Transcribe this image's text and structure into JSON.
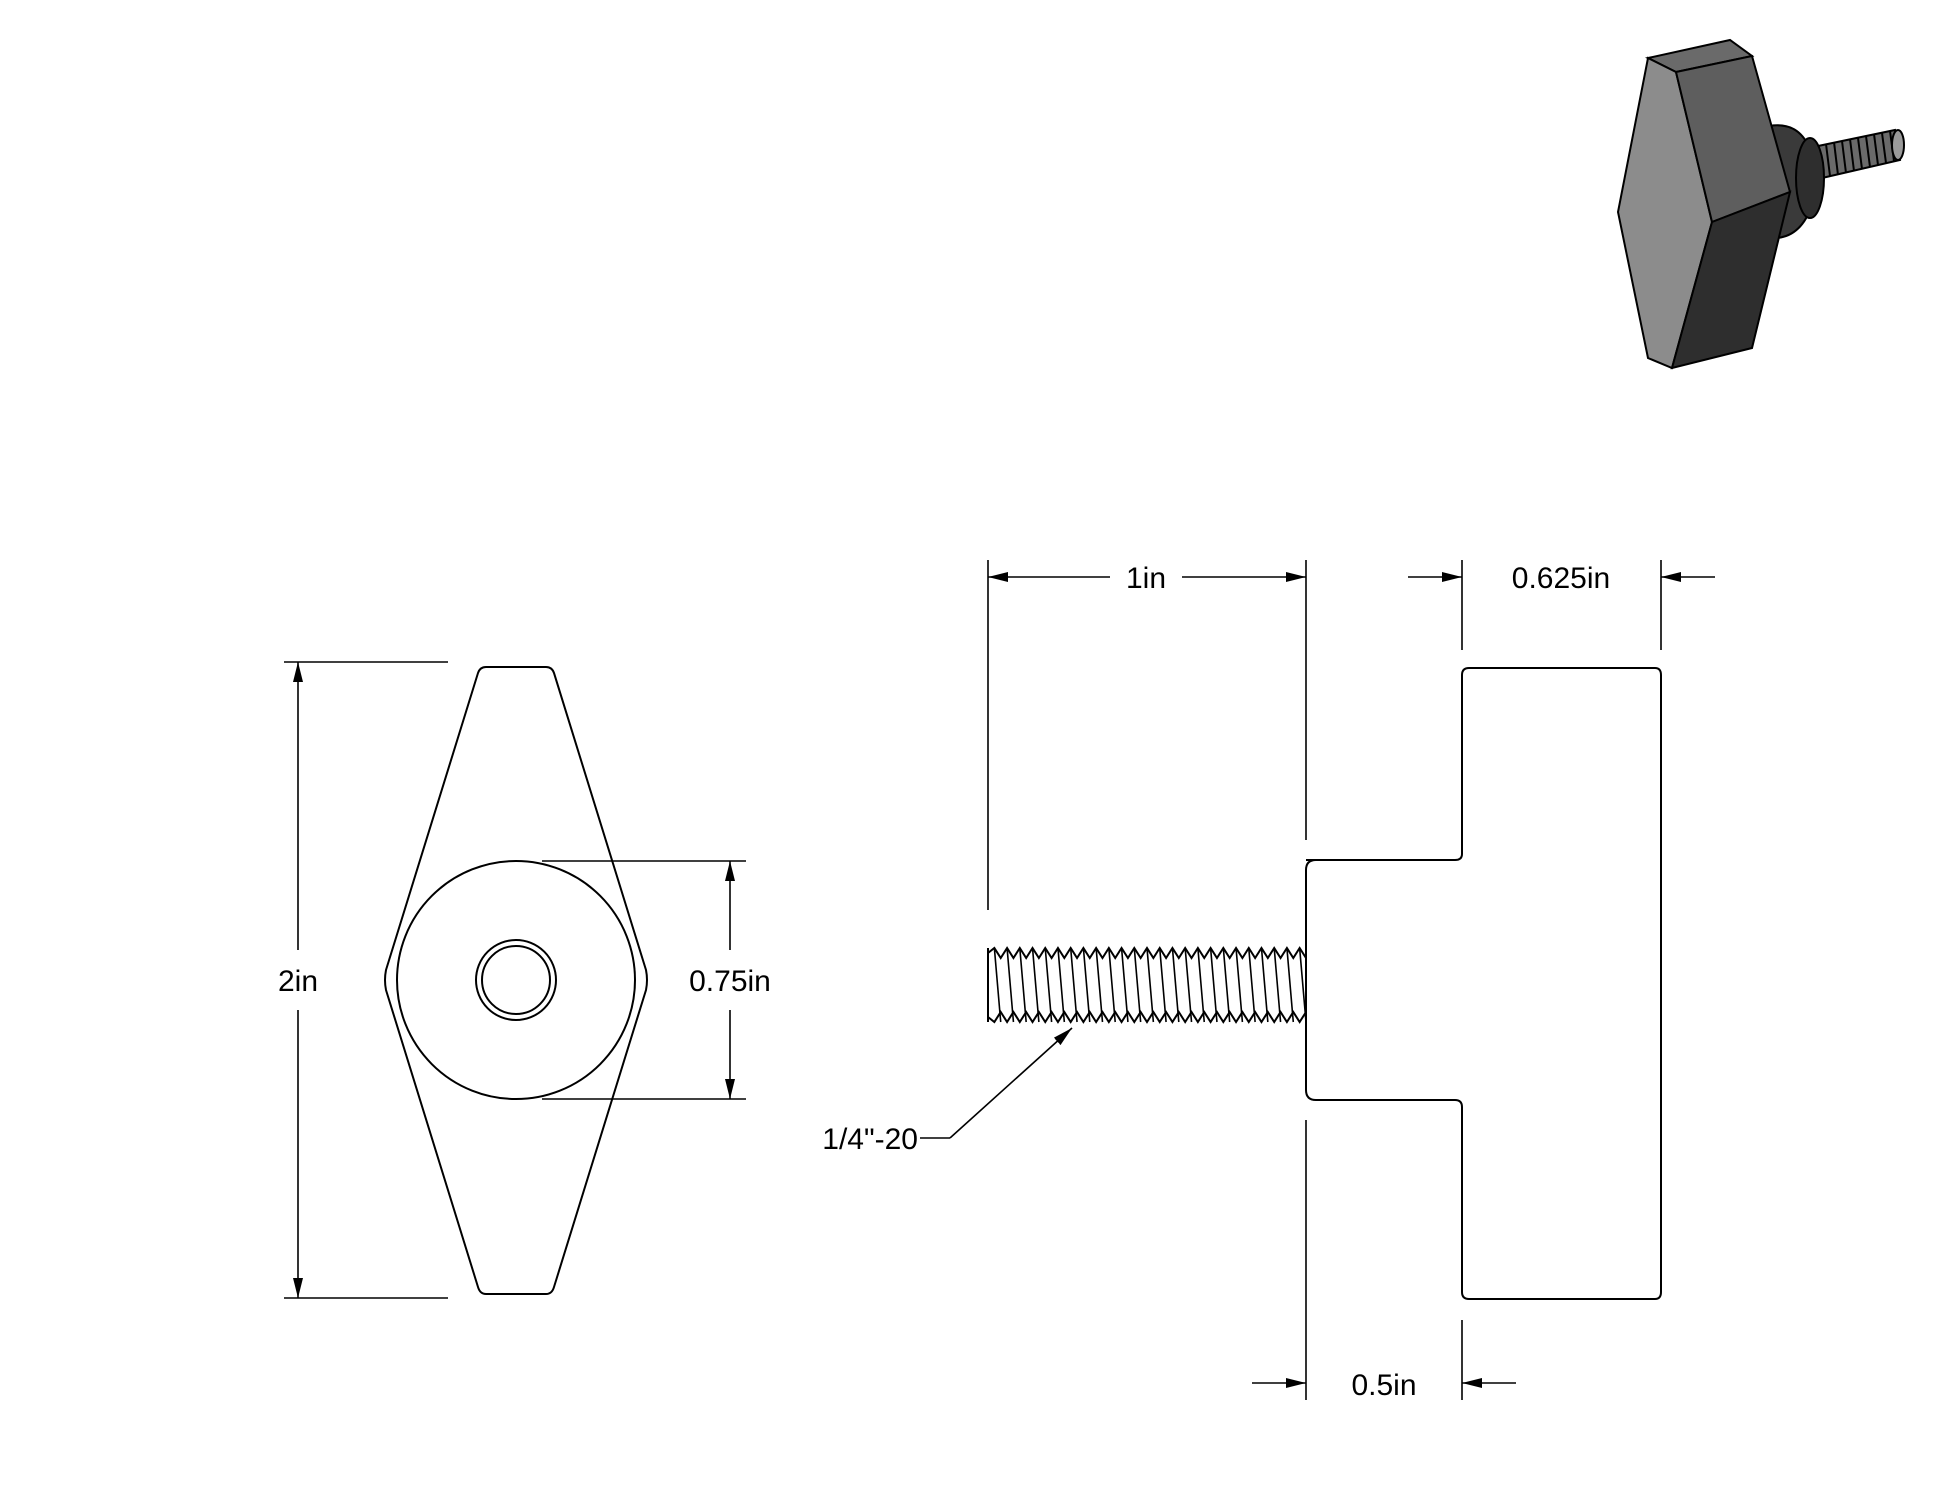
{
  "dimensions": {
    "height_total": "2in",
    "hub_diameter": "0.75in",
    "thread_length": "1in",
    "head_thickness": "0.625in",
    "hub_length": "0.5in",
    "thread_spec": "1/4\"-20"
  },
  "colors": {
    "line": "#000000",
    "background": "#ffffff",
    "iso_light": "#8c8c8c",
    "iso_mid": "#5e5e5e",
    "iso_dark": "#2e2e2e"
  }
}
